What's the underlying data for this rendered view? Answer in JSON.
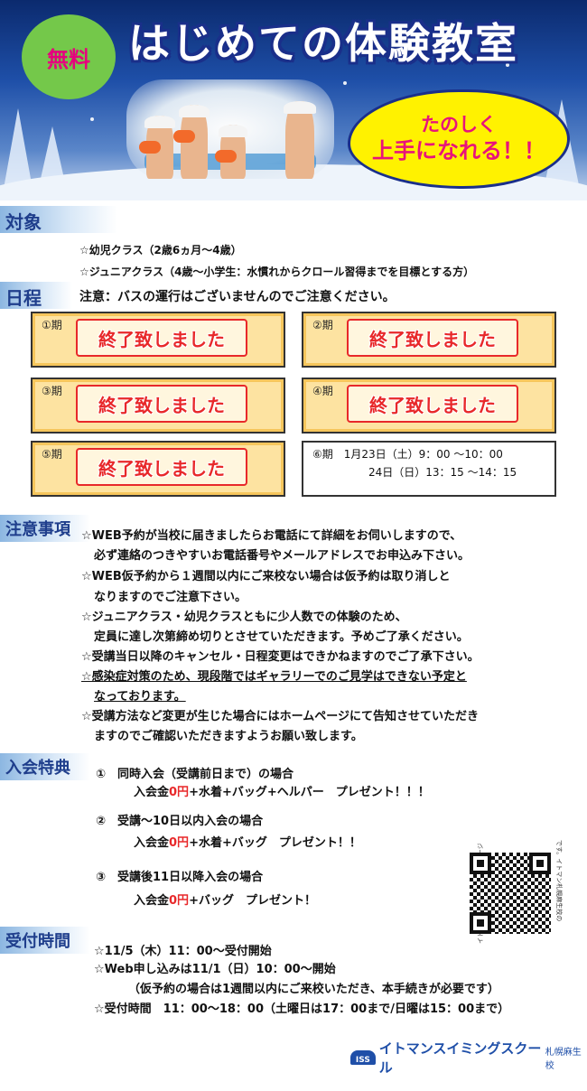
{
  "banner": {
    "free_badge": "無料",
    "title": "はじめての体験教室",
    "cloud_line1": "たのしく",
    "cloud_line2": "上手になれる！！"
  },
  "target": {
    "heading": "対象",
    "items": [
      "☆幼児クラス（2歳6ヵ月〜4歳）",
      "☆ジュニアクラス（4歳〜小学生：水慣れからクロール習得までを目標とする方）"
    ]
  },
  "schedule": {
    "heading": "日程",
    "notice": "注意：バスの運行はございませんのでご注意ください。",
    "sessions": [
      {
        "num": "①期",
        "status": "終了致しました"
      },
      {
        "num": "②期",
        "status": "終了致しました"
      },
      {
        "num": "③期",
        "status": "終了致しました"
      },
      {
        "num": "④期",
        "status": "終了致しました"
      },
      {
        "num": "⑤期",
        "status": "終了致しました"
      }
    ],
    "session6": {
      "line1": "⑥期　1月23日（土）9：00 〜10：00",
      "line2": "24日（日）13：15 〜14：15"
    }
  },
  "notes": {
    "heading": "注意事項",
    "lines": [
      "☆WEB予約が当校に届きましたらお電話にて詳細をお伺いしますので、",
      "必ず連絡のつきやすいお電話番号やメールアドレスでお申込み下さい。",
      "☆WEB仮予約から１週間以内にご来校ない場合は仮予約は取り消しと",
      "なりますのでご注意下さい。",
      "☆ジュニアクラス・幼児クラスともに少人数での体験のため、",
      "定員に達し次第締め切りとさせていただきます。予めご了承ください。",
      "☆受講当日以降のキャンセル・日程変更はできかねますのでご了承下さい。",
      "☆感染症対策のため、現段階ではギャラリーでのご見学はできない予定と",
      "なっております。",
      "☆受講方法など変更が生じた場合にはホームページにて告知させていただき",
      "ますのでご確認いただきますようお願い致します。"
    ]
  },
  "benefits": {
    "heading": "入会特典",
    "items": [
      {
        "title": "①　同時入会（受講前日まで）の場合",
        "prefix": "入会金",
        "free": "0円",
        "rest": "+水着+バッグ+ヘルパー　プレゼント！！！"
      },
      {
        "title": "②　受講〜10日以内入会の場合",
        "prefix": "入会金",
        "free": "0円",
        "rest": "+水着+バッグ　プレゼント！！"
      },
      {
        "title": "③　受講後11日以降入会の場合",
        "prefix": "入会金",
        "free": "0円",
        "rest": "+バッグ　プレゼント！"
      }
    ]
  },
  "qr": {
    "side_left": "イトマン札幌麻生校のホームページ",
    "side_right": "です。イトマン札幌麻生校の"
  },
  "reception": {
    "heading": "受付時間",
    "lines": [
      "☆11/5（木）11：00〜受付開始",
      "☆Web申し込みは11/1（日）10：00〜開始",
      "（仮予約の場合は1週間以内にご来校いただき、本手続きが必要です）",
      "☆受付時間　11：00〜18：00（土曜日は17：00まで/日曜は15：00まで）"
    ]
  },
  "logo": {
    "mark": "ISS",
    "name": "イトマンスイミングスクール",
    "branch": "札幌麻生校"
  },
  "colors": {
    "heading_blue": "#1f3e8c",
    "accent_red": "#e8282a",
    "box_fill": "#fde3a1",
    "cloud_yellow": "#fff200"
  }
}
